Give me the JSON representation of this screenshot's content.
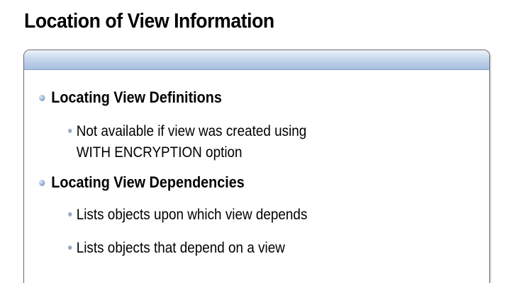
{
  "slide": {
    "title": "Location of View Information"
  },
  "bullets": [
    {
      "label": "Locating View Definitions",
      "sub": [
        {
          "line1": "Not available if view was created using",
          "line2": "WITH ENCRYPTION option"
        }
      ]
    },
    {
      "label": "Locating View Dependencies",
      "sub": [
        {
          "line1": "Lists objects upon which view depends"
        },
        {
          "line1": "Lists objects that depend on a view"
        }
      ]
    }
  ],
  "icons": {
    "level1_bullet": "sphere-bullet-icon",
    "level2_bullet": "dot-bullet-icon"
  },
  "colors": {
    "header_gradient_top": "#eef3fa",
    "header_gradient_bottom": "#a7bfdf",
    "bullet_blue": "#97abc6"
  }
}
